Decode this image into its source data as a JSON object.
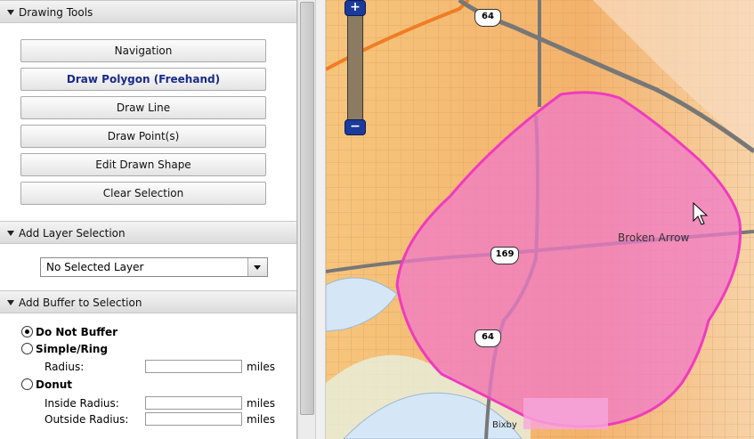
{
  "drawing_tools": {
    "header": "Drawing Tools",
    "buttons": [
      {
        "label": "Navigation"
      },
      {
        "label": "Draw Polygon (Freehand)"
      },
      {
        "label": "Draw Line"
      },
      {
        "label": "Draw Point(s)"
      },
      {
        "label": "Edit Drawn Shape"
      },
      {
        "label": "Clear Selection"
      }
    ],
    "active_button": "Draw Polygon (Freehand)"
  },
  "layer_selection": {
    "header": "Add Layer Selection",
    "selected": "No Selected Layer"
  },
  "buffer": {
    "header": "Add Buffer to Selection",
    "options": {
      "none": "Do Not Buffer",
      "simple": "Simple/Ring",
      "donut": "Donut"
    },
    "selected_option": "Do Not Buffer",
    "fields": {
      "radius_label": "Radius:",
      "inside_label": "Inside Radius:",
      "outside_label": "Outside Radius:",
      "unit": "miles"
    }
  },
  "map": {
    "labels": {
      "city": "Broken Arrow",
      "town": "Bixby"
    },
    "shields": {
      "us64_top": "64",
      "us169": "169",
      "us64_mid": "64"
    },
    "colors": {
      "polygon_stroke": "#ee3bbf",
      "polygon_fill": "#f07ac8"
    }
  }
}
